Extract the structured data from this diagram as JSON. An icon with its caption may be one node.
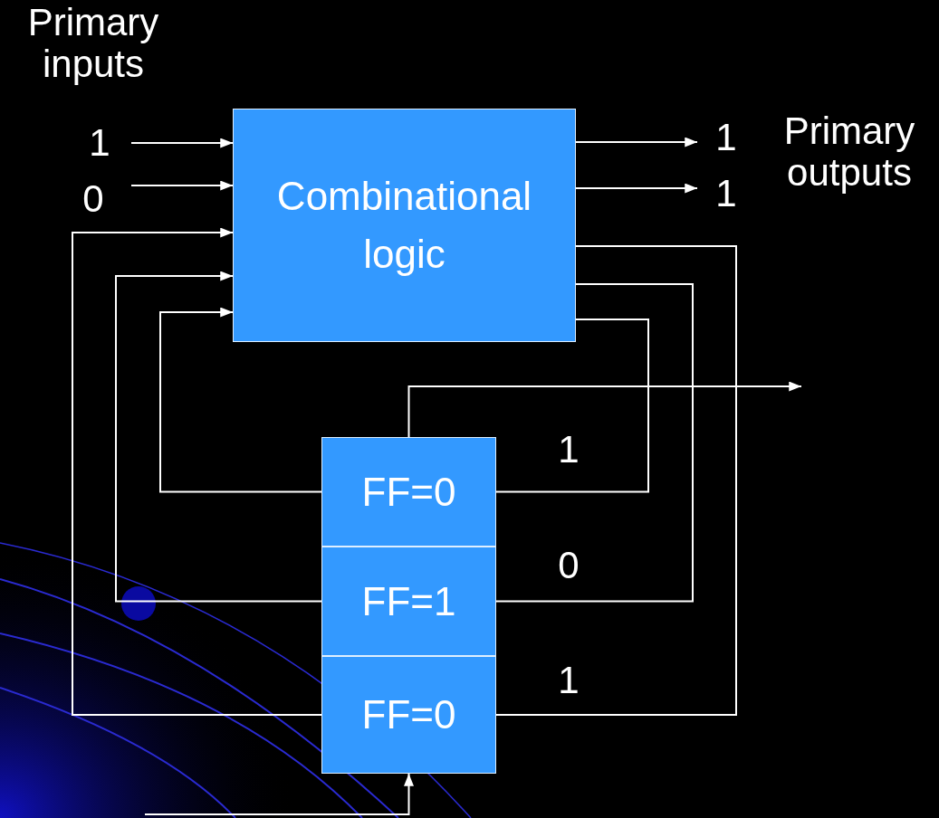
{
  "diagram": {
    "nodes": [
      {
        "text": [
          "Combinational logic"
        ]
      },
      {
        "text": [
          "FF=0"
        ]
      },
      {
        "text": [
          "FF=1"
        ]
      },
      {
        "text": [
          "FF=0"
        ]
      }
    ],
    "edges": [
      {
        "from": null,
        "to": 0,
        "arrow": "to",
        "label": "1"
      },
      {
        "from": null,
        "to": 0,
        "arrow": "to",
        "label": "0"
      },
      {
        "from": 0,
        "to": null,
        "arrow": "to",
        "label": "1"
      },
      {
        "from": 0,
        "to": null,
        "arrow": "to",
        "label": "1"
      },
      {
        "from": 0,
        "to": 1,
        "arrow": "none",
        "label": "1"
      },
      {
        "from": 0,
        "to": 2,
        "arrow": "none",
        "label": "0"
      },
      {
        "from": 0,
        "to": 3,
        "arrow": "none",
        "label": "1"
      },
      {
        "from": 1,
        "to": 0,
        "arrow": "to"
      },
      {
        "from": 2,
        "to": 0,
        "arrow": "to"
      },
      {
        "from": 3,
        "to": 0,
        "arrow": "to"
      },
      {
        "from": 1,
        "to": null,
        "arrow": "to"
      },
      {
        "from": null,
        "to": 3,
        "arrow": "to"
      }
    ],
    "labels": [
      "Primary inputs",
      "Primary outputs"
    ]
  }
}
